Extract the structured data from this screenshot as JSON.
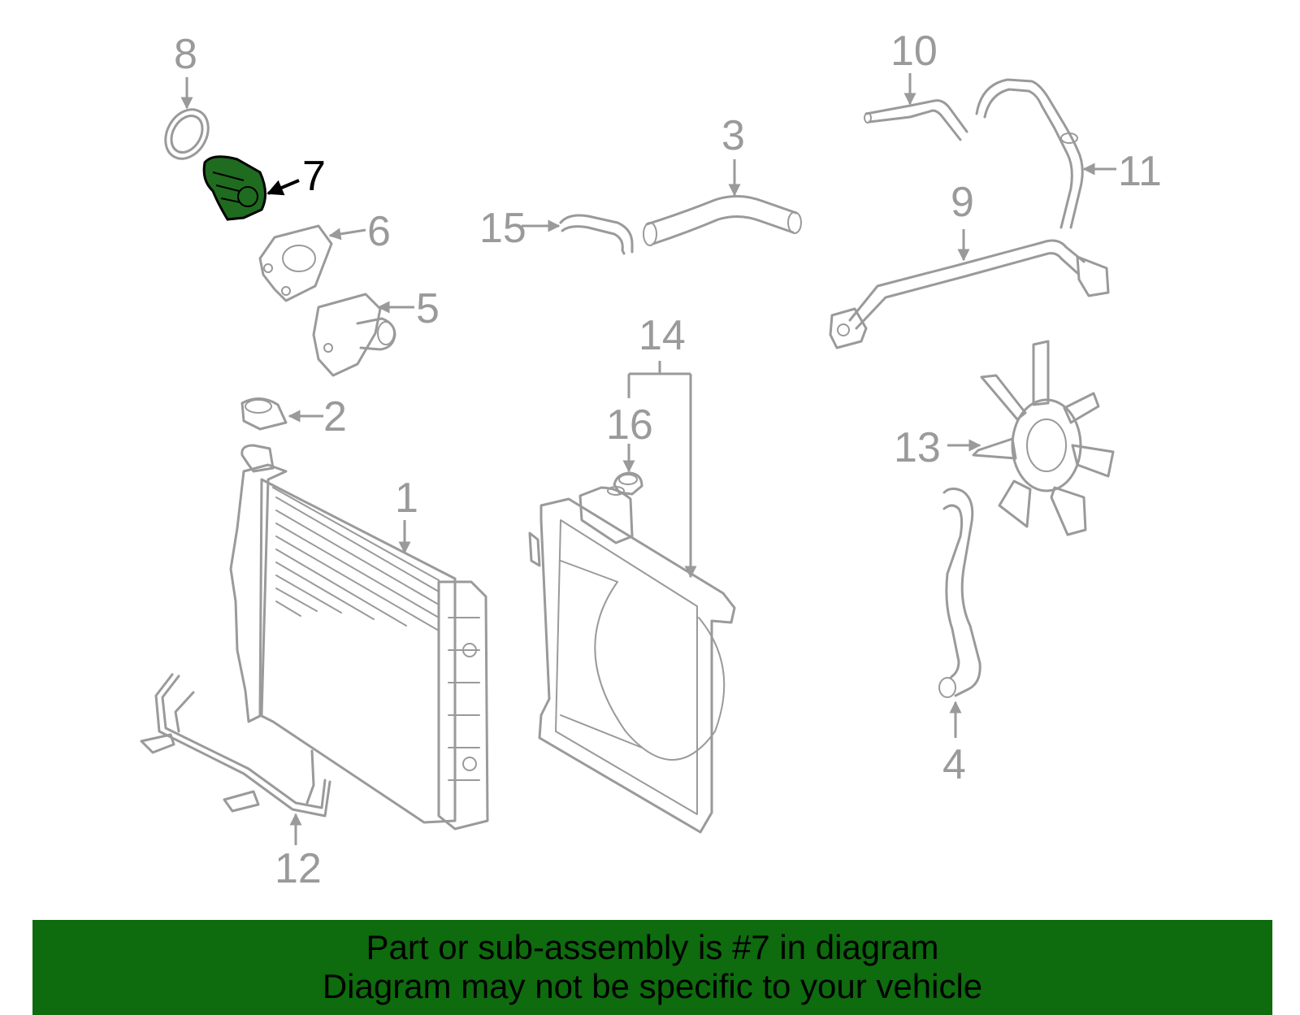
{
  "diagram": {
    "callouts": [
      "8",
      "7",
      "6",
      "5",
      "2",
      "1",
      "12",
      "15",
      "3",
      "14",
      "16",
      "10",
      "11",
      "9",
      "13",
      "4"
    ],
    "highlighted_part": "7",
    "colors": {
      "outline": "#9a9a9a",
      "highlight": "#1f6b1f",
      "banner": "#0e6b0e"
    }
  },
  "banner": {
    "line1": "Part or sub-assembly is #7 in diagram",
    "line2": "Diagram may not be specific to your vehicle"
  }
}
